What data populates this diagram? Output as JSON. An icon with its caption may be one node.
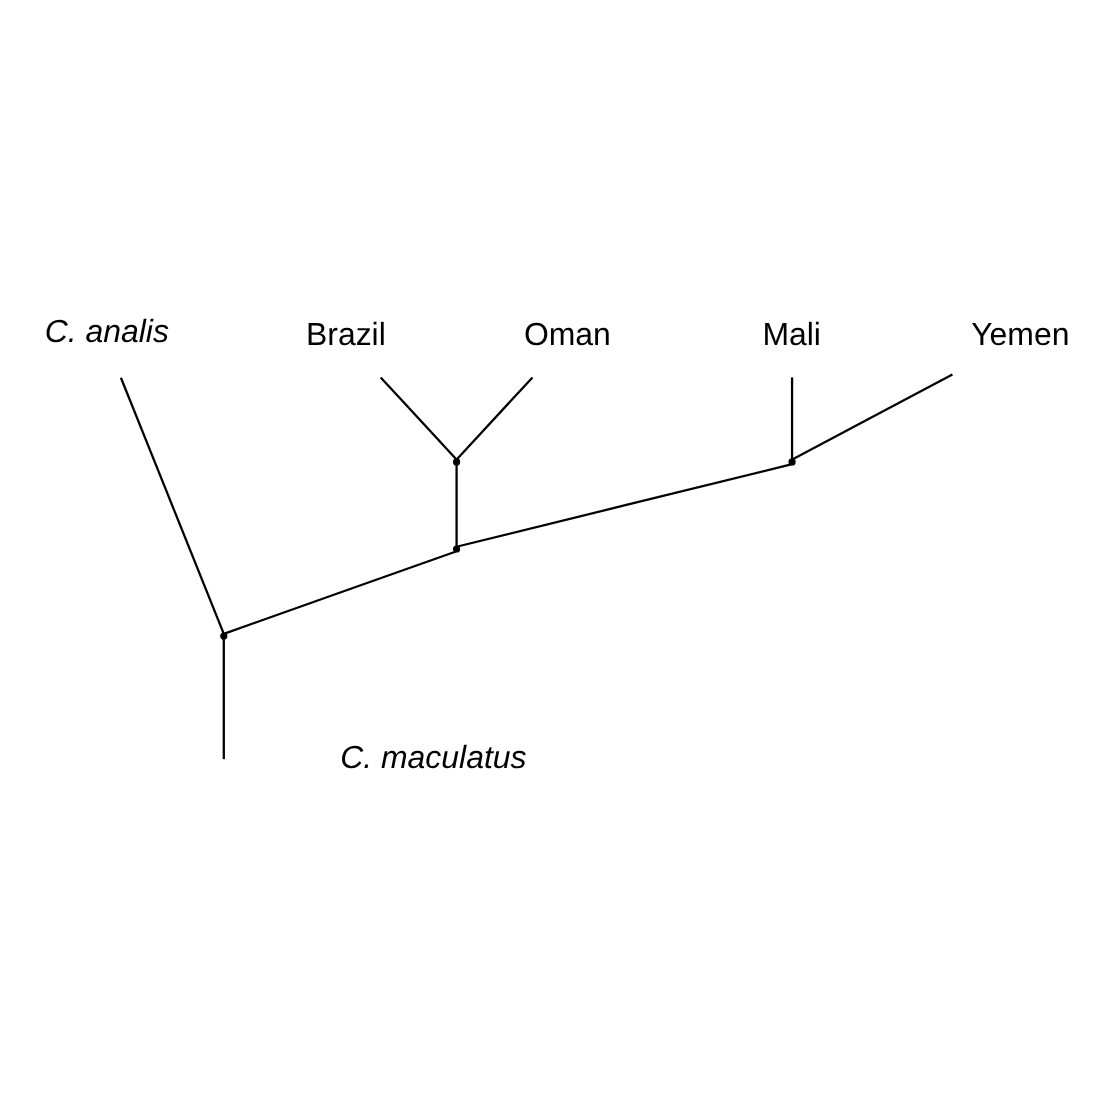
{
  "diagram": {
    "nodes": [
      {
        "text": [
          "Brazil"
        ]
      },
      {
        "text": [
          "Oman"
        ]
      },
      {
        "text": [
          "Mali"
        ]
      },
      {
        "text": [
          "Yemen"
        ]
      },
      {
        "text": [
          "C. analis"
        ]
      },
      {
        "text": [],
        "shape": "point"
      },
      {
        "text": [],
        "shape": "point"
      },
      {
        "text": [],
        "shape": "point"
      },
      {
        "text": [],
        "shape": "point"
      }
    ],
    "edges": [
      {
        "from": 5,
        "to": 0,
        "arrow": "none"
      },
      {
        "from": 5,
        "to": 1,
        "arrow": "none"
      },
      {
        "from": 6,
        "to": 2,
        "arrow": "none"
      },
      {
        "from": 6,
        "to": 3,
        "arrow": "none"
      },
      {
        "from": 7,
        "to": 5,
        "arrow": "none"
      },
      {
        "from": 7,
        "to": 6,
        "arrow": "none"
      },
      {
        "from": 8,
        "to": 7,
        "arrow": "none"
      },
      {
        "from": 8,
        "to": 4,
        "arrow": "none"
      },
      {
        "from": null,
        "to": 8,
        "arrow": "none"
      }
    ],
    "labels": [
      "C. maculatus"
    ]
  }
}
